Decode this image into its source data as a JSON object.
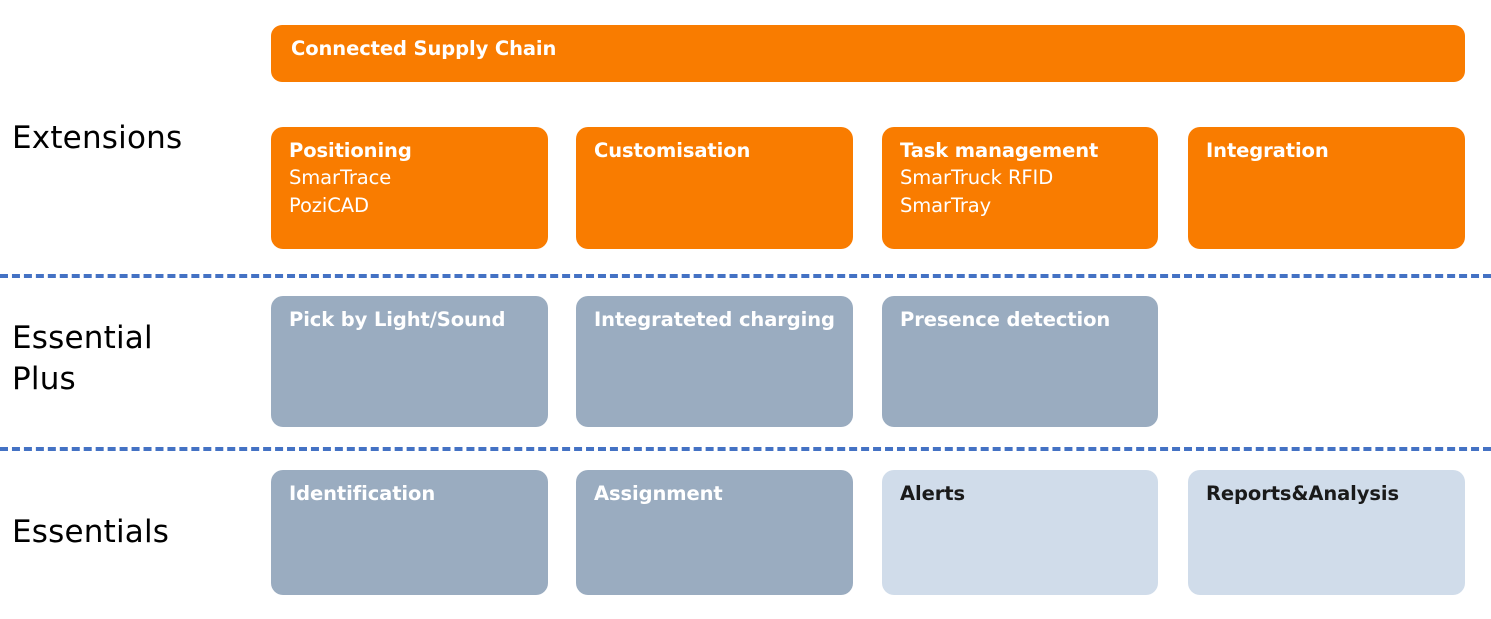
{
  "banner": {
    "title": "Connected Supply Chain",
    "color": "#F97C00"
  },
  "palette": {
    "orange": "#F97C00",
    "steel_blue": "#9AACC0",
    "pale_blue": "#D0DCEA",
    "divider_blue": "#4472C4",
    "label_text": "#000000",
    "card_text_light": "#FFFFFF",
    "card_text_dark": "#1A1A1A",
    "background": "#FFFFFF"
  },
  "tiers": [
    {
      "id": "extensions",
      "label": "Extensions",
      "cards": [
        {
          "title": "Positioning",
          "sub": "SmarTrace\nPoziCAD",
          "style": "orange"
        },
        {
          "title": "Customisation",
          "sub": "",
          "style": "orange"
        },
        {
          "title": "Task management",
          "sub": "SmarTruck RFID\nSmarTray",
          "style": "orange"
        },
        {
          "title": "Integration",
          "sub": "",
          "style": "orange"
        }
      ]
    },
    {
      "id": "essential-plus",
      "label": "Essential\nPlus",
      "cards": [
        {
          "title": "Pick by Light/Sound",
          "sub": "",
          "style": "steel"
        },
        {
          "title": "Integrateted charging",
          "sub": "",
          "style": "steel"
        },
        {
          "title": "Presence detection",
          "sub": "",
          "style": "steel"
        },
        {
          "title": "",
          "sub": "",
          "style": "empty"
        }
      ]
    },
    {
      "id": "essentials",
      "label": "Essentials",
      "cards": [
        {
          "title": "Identification",
          "sub": "",
          "style": "steel"
        },
        {
          "title": "Assignment",
          "sub": "",
          "style": "steel"
        },
        {
          "title": "Alerts",
          "sub": "",
          "style": "pale"
        },
        {
          "title": "Reports&Analysis",
          "sub": "",
          "style": "pale"
        }
      ]
    }
  ]
}
